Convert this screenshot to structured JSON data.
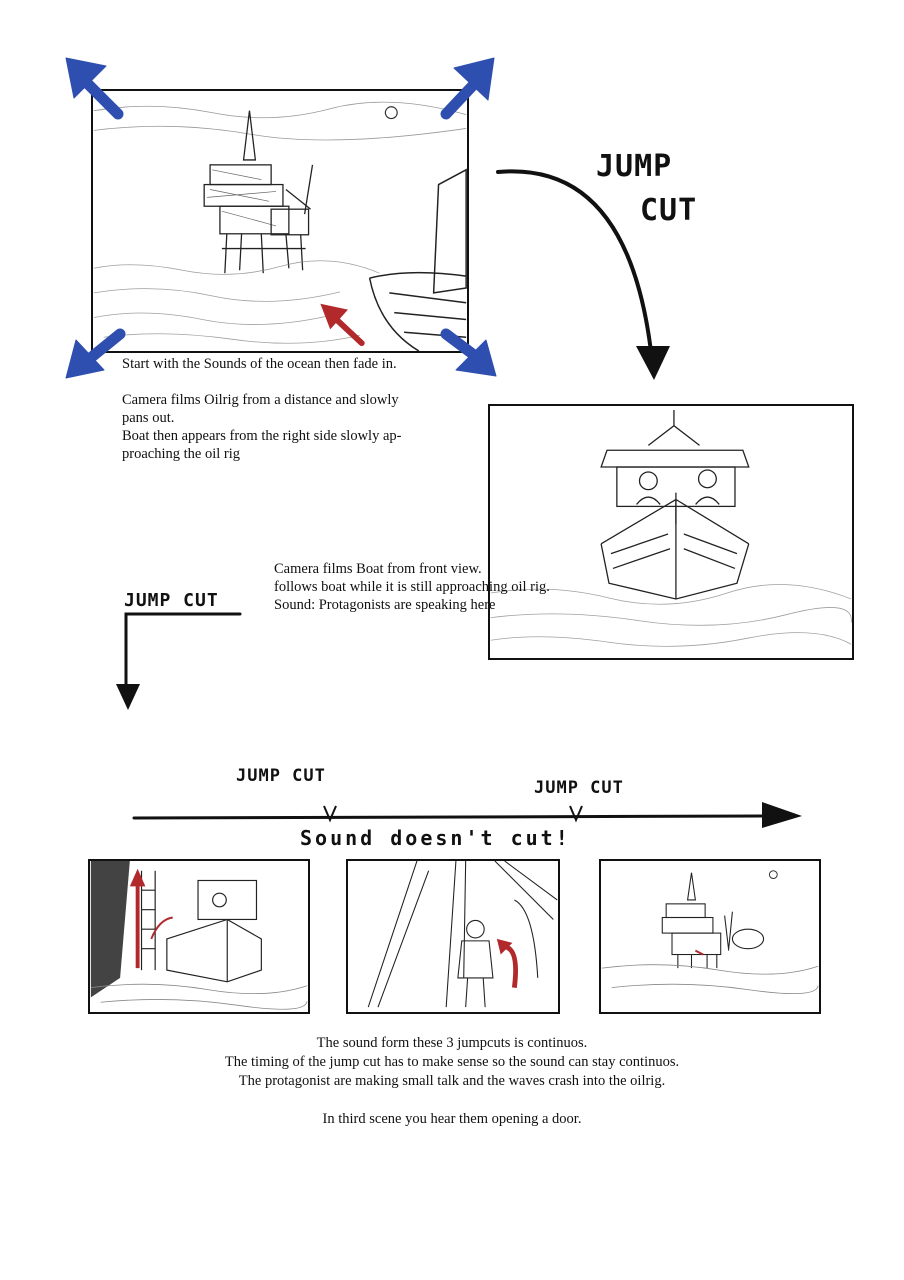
{
  "colors": {
    "ink": "#111111",
    "blue_arrow": "#2f4fb0",
    "red_arrow": "#b2292b"
  },
  "labels": {
    "jump_cut_top_line1": "JUMP",
    "jump_cut_top_line2": "CUT",
    "jump_cut_mid": "JUMP CUT",
    "jump_cut_timeline_left": "JUMP CUT",
    "jump_cut_timeline_right": "JUMP CUT",
    "sound_doesnt_cut": "Sound doesn't cut!"
  },
  "scene1": {
    "lines": [
      "Start with the Sounds of the ocean then fade in.",
      "",
      "Camera films Oilrig from a  distance and slowly",
      "pans out.",
      "Boat then appears from the right side slowly ap-",
      "proaching the oil rig"
    ]
  },
  "scene2": {
    "lines": [
      "Camera films Boat from front view.",
      "follows boat while it is still approaching oil rig.",
      "Sound: Protagonists are speaking here"
    ]
  },
  "footer": {
    "lines": [
      "The sound form these 3 jumpcuts is continuos.",
      "The timing of the jump cut has to make sense so the sound can stay continuos.",
      "The protagonist are making small talk and the waves crash into the oilrig.",
      "",
      "In third scene you hear them opening a door."
    ]
  },
  "icons": [
    "expand-arrow-icon",
    "curved-arrow-icon",
    "down-arrow-icon",
    "timeline-arrow-icon",
    "motion-arrow-icon"
  ]
}
